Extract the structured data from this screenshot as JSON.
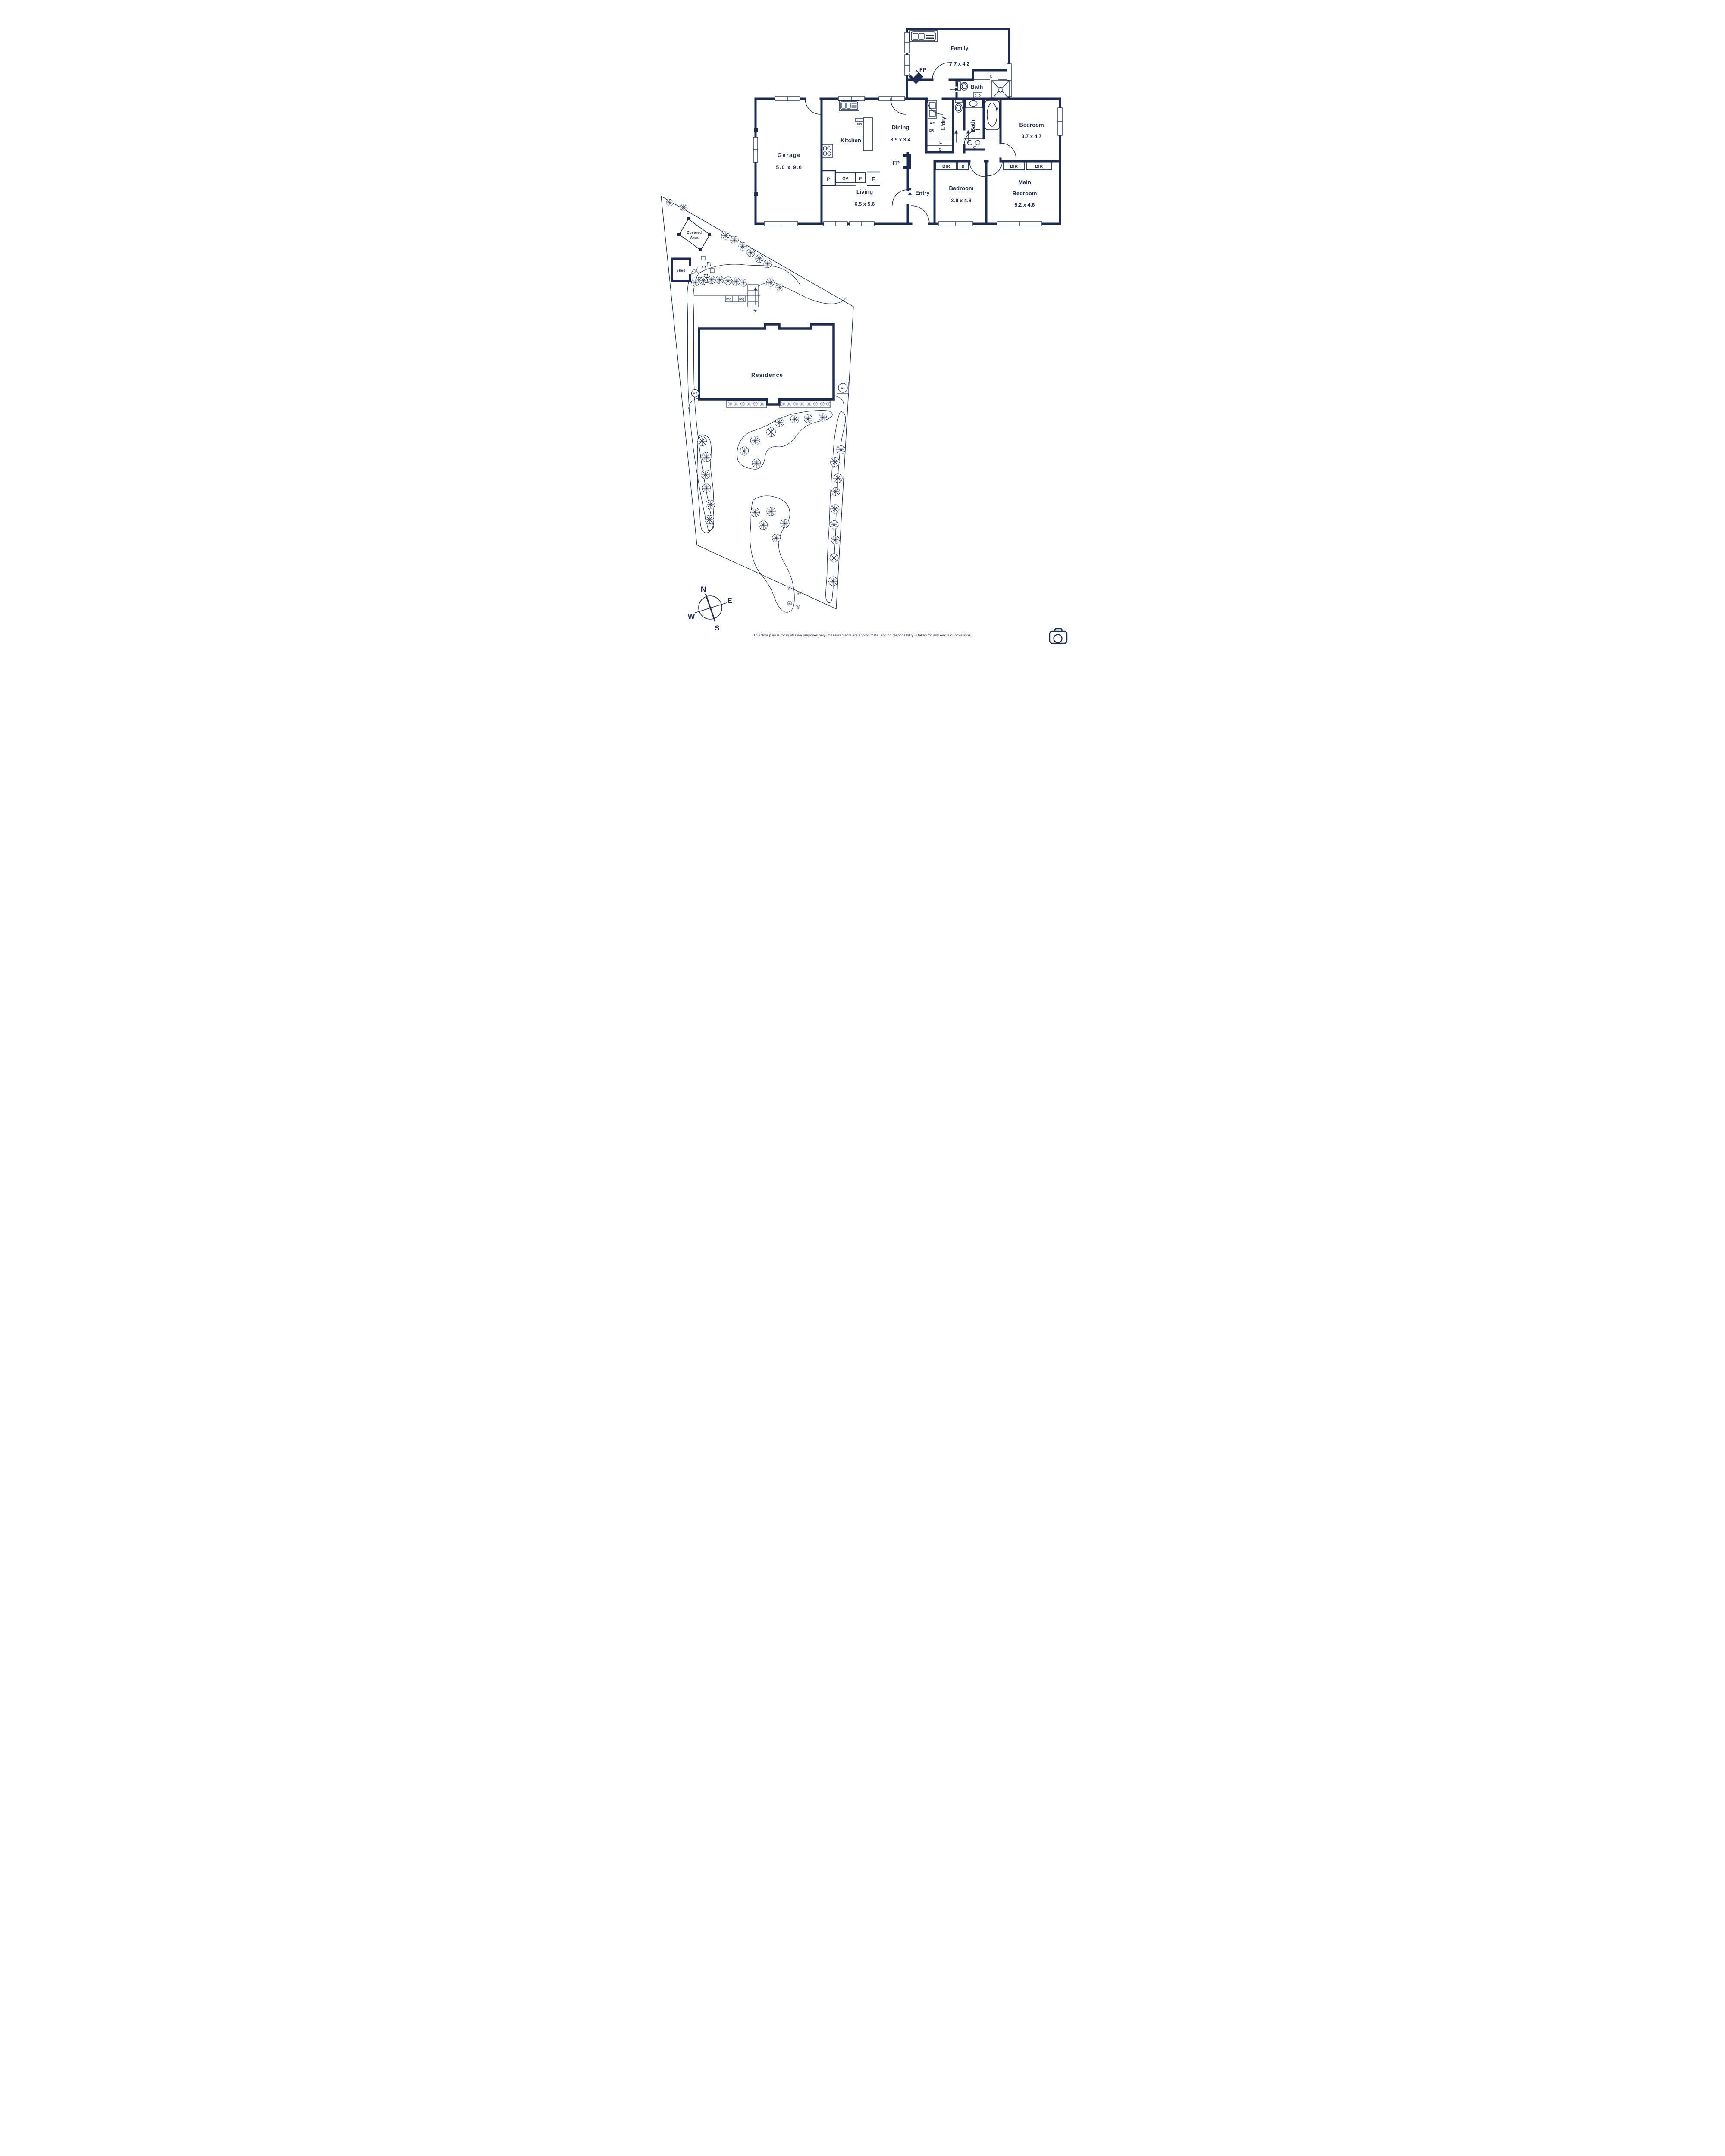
{
  "colors": {
    "ink": "#1d2b52",
    "paper": "#ffffff"
  },
  "floor_plan": {
    "rooms": {
      "family": {
        "name": "Family",
        "dims": "7.7 x 4.2"
      },
      "garage": {
        "name": "Garage",
        "dims": "5.0 x 9.6"
      },
      "kitchen": {
        "name": "Kitchen"
      },
      "dining": {
        "name": "Dining",
        "dims": "3.9 x 3.4"
      },
      "living": {
        "name": "Living",
        "dims": "6.5 x 5.6"
      },
      "entry": {
        "name": "Entry"
      },
      "laundry": {
        "name": "L'dry"
      },
      "bath": {
        "name": "Bath"
      },
      "bath2": {
        "name": "Bath"
      },
      "bedroom_rear": {
        "name": "Bedroom",
        "dims": "3.7 x 4.7"
      },
      "bedroom_front": {
        "name": "Bedroom",
        "dims": "3.9 x 4.6"
      },
      "main_bedroom": {
        "line1": "Main",
        "line2": "Bedroom",
        "dims": "5.2 x 4.6"
      }
    },
    "labels": {
      "fireplace": "FP",
      "closet": "C",
      "bath_b": "B",
      "robe": "BIR",
      "washer": "WM",
      "dryer": "DR",
      "linen": "L",
      "dishwasher": "DW",
      "pantry": "P",
      "oven": "OV",
      "fridge": "F"
    }
  },
  "site_plan": {
    "residence": "Residence",
    "covered_area_line1": "Covered",
    "covered_area_line2": "Area",
    "shed": "Shed",
    "bbq": "BBQ",
    "up": "Up",
    "water_tank": "W.T"
  },
  "compass": {
    "n": "N",
    "e": "E",
    "s": "S",
    "w": "W"
  },
  "footer": "This floor plan is for illustrative purposes only; measurements are approximate, and no responsibility is taken for any errors or omissions."
}
